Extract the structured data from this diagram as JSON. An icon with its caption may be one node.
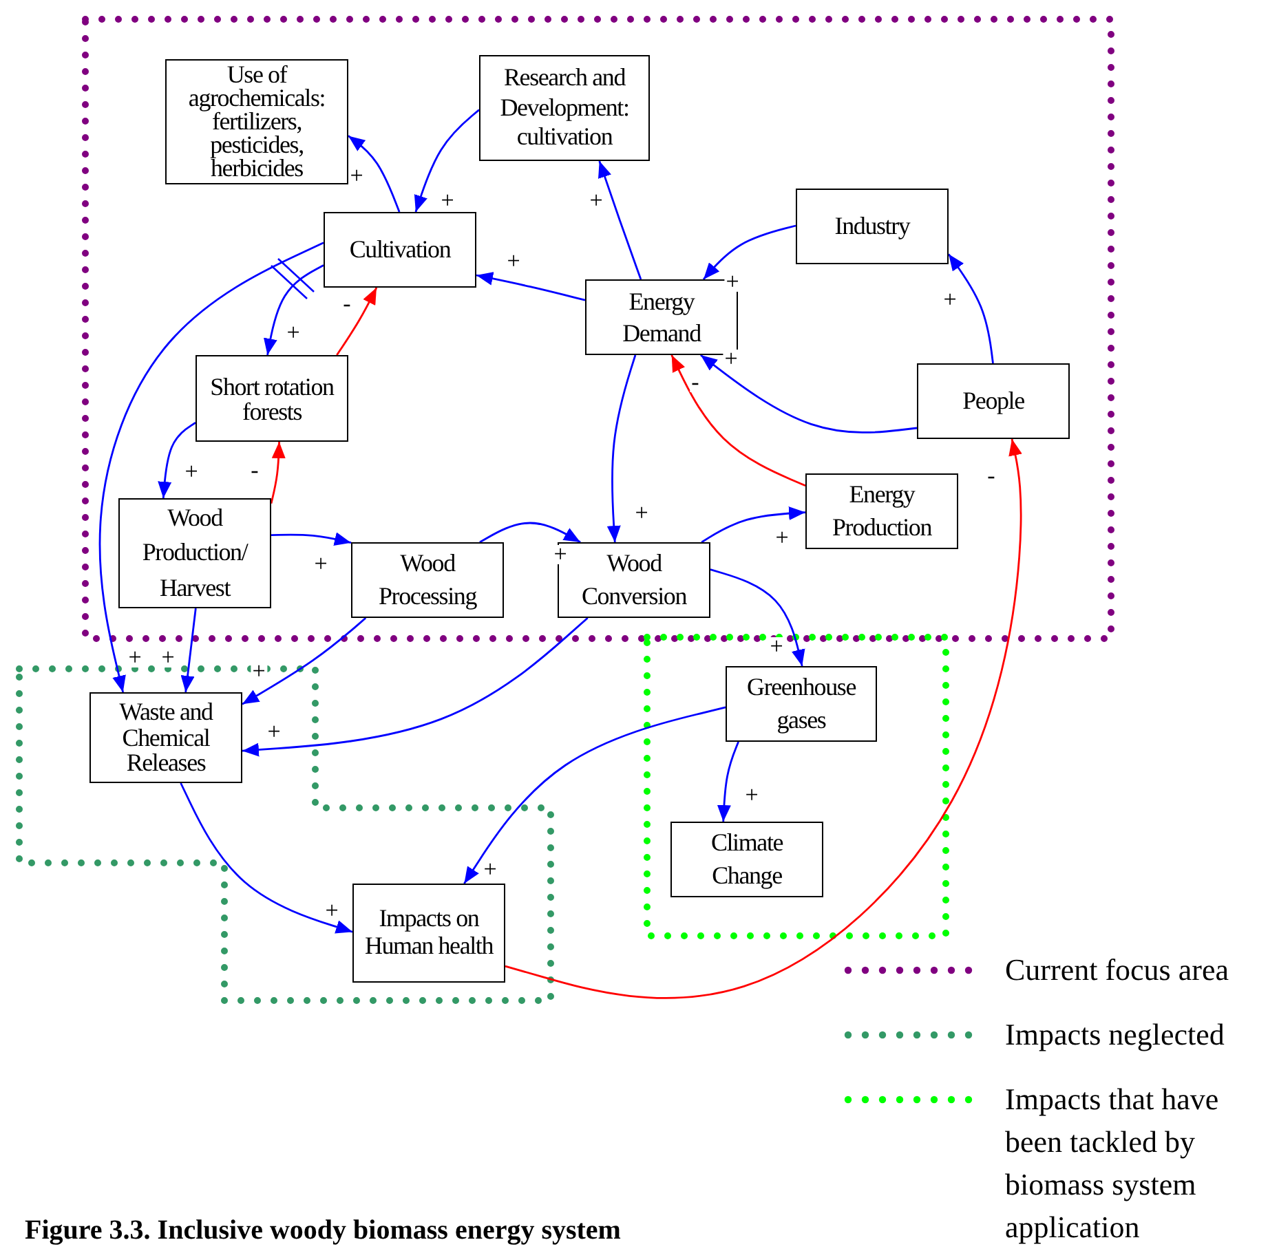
{
  "diagram": {
    "caption": "Figure 3.3. Inclusive woody biomass energy system",
    "nodes": [
      {
        "text": [
          "Use of agrochemicals: fertilizers, pesticides, herbicides"
        ]
      },
      {
        "text": [
          "Research and Development: cultivation"
        ]
      },
      {
        "text": [
          "Cultivation"
        ]
      },
      {
        "text": [
          "Industry"
        ]
      },
      {
        "text": [
          "Energy Demand"
        ]
      },
      {
        "text": [
          "Short rotation forests"
        ]
      },
      {
        "text": [
          "People"
        ]
      },
      {
        "text": [
          "Energy Production"
        ]
      },
      {
        "text": [
          "Wood Production/ Harvest"
        ]
      },
      {
        "text": [
          "Wood Processing"
        ]
      },
      {
        "text": [
          "Wood Conversion"
        ]
      },
      {
        "text": [
          "Waste and Chemical Releases"
        ]
      },
      {
        "text": [
          "Greenhouse gases"
        ]
      },
      {
        "text": [
          "Climate Change"
        ]
      },
      {
        "text": [
          "Impacts on Human health"
        ]
      }
    ],
    "edges": [
      {
        "from": 2,
        "to": 0,
        "arrow": "to",
        "label": "+"
      },
      {
        "from": 1,
        "to": 2,
        "arrow": "to",
        "label": "+"
      },
      {
        "from": 4,
        "to": 2,
        "arrow": "to",
        "label": "+"
      },
      {
        "from": 4,
        "to": 1,
        "arrow": "to",
        "label": "+"
      },
      {
        "from": 3,
        "to": 4,
        "arrow": "to",
        "label": "+"
      },
      {
        "from": 6,
        "to": 4,
        "arrow": "to",
        "label": "+"
      },
      {
        "from": 2,
        "to": 5,
        "arrow": "to",
        "label": "+"
      },
      {
        "from": 5,
        "to": 2,
        "arrow": "to",
        "label": "-",
        "color": "#ff0000"
      },
      {
        "from": 5,
        "to": 8,
        "arrow": "to",
        "label": "+"
      },
      {
        "from": 8,
        "to": 5,
        "arrow": "to",
        "label": "-",
        "color": "#ff0000"
      },
      {
        "from": 8,
        "to": 9,
        "arrow": "to",
        "label": "+"
      },
      {
        "from": 9,
        "to": 10,
        "arrow": "to",
        "label": "+"
      },
      {
        "from": 4,
        "to": 10,
        "arrow": "to",
        "label": "+"
      },
      {
        "from": 10,
        "to": 7,
        "arrow": "to",
        "label": "+"
      },
      {
        "from": 7,
        "to": 4,
        "arrow": "to",
        "label": "-",
        "color": "#ff0000"
      },
      {
        "from": 10,
        "to": 12,
        "arrow": "to",
        "label": "+"
      },
      {
        "from": 12,
        "to": 13,
        "arrow": "to",
        "label": "+"
      },
      {
        "from": 12,
        "to": 14,
        "arrow": "to",
        "label": "+"
      },
      {
        "from": 6,
        "to": 3,
        "arrow": "to",
        "label": "+"
      },
      {
        "from": 14,
        "to": 6,
        "arrow": "to",
        "label": "-",
        "color": "#ff0000"
      },
      {
        "from": 2,
        "to": 11,
        "arrow": "to",
        "label": "+"
      },
      {
        "from": 8,
        "to": 11,
        "arrow": "to",
        "label": "+"
      },
      {
        "from": 9,
        "to": 11,
        "arrow": "to",
        "label": "+"
      },
      {
        "from": 10,
        "to": 11,
        "arrow": "to",
        "label": "+"
      },
      {
        "from": 11,
        "to": 14,
        "arrow": "to",
        "label": "+"
      }
    ],
    "legend": [
      {
        "text": "Current focus area",
        "color": "#800080"
      },
      {
        "text": "Impacts neglected",
        "color": "#339966"
      },
      {
        "text": "Impacts that have been tackled by biomass system application",
        "color": "#00ff00"
      }
    ]
  }
}
